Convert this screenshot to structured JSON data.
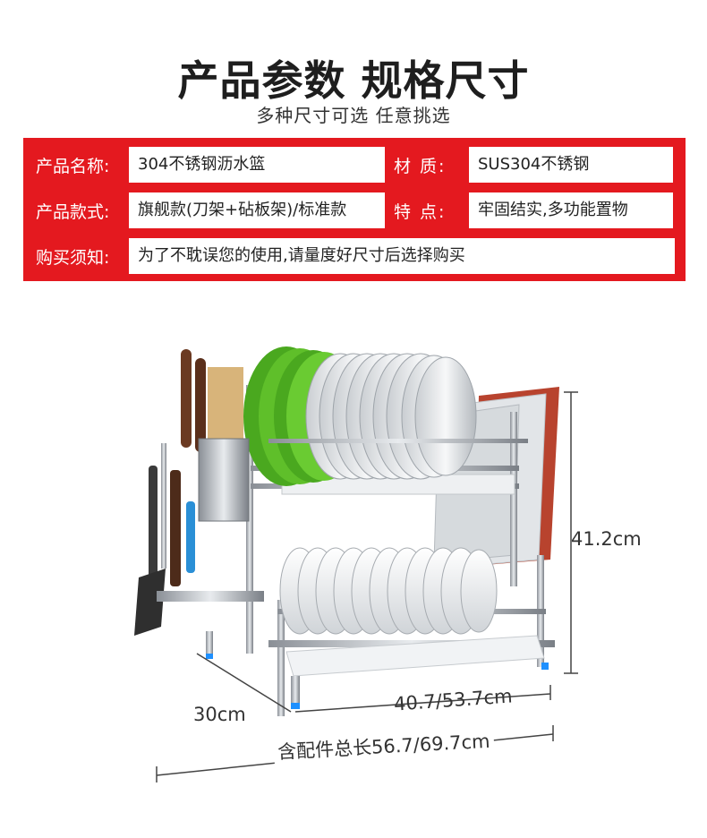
{
  "header": {
    "title": "产品参数 规格尺寸",
    "subtitle": "多种尺寸可选 任意挑选"
  },
  "specs": {
    "name_label": "产品名称:",
    "name_value": "304不锈钢沥水篮",
    "material_label": "材 质:",
    "material_value": "SUS304不锈钢",
    "style_label": "产品款式:",
    "style_value": "旗舰款(刀架+砧板架)/标准款",
    "feature_label": "特 点:",
    "feature_value": "牢固结实,多功能置物",
    "notice_label": "购买须知:",
    "notice_value": "为了不耽误您的使用,请量度好尺寸后选择购买"
  },
  "dimensions": {
    "height": "41.2cm",
    "depth": "30cm",
    "width": "40.7/53.7cm",
    "total": "含配件总长56.7/69.7cm"
  },
  "colors": {
    "accent": "#e4191f",
    "plate_green": "#5fbf2a",
    "cutting_board": "#b8432e"
  }
}
